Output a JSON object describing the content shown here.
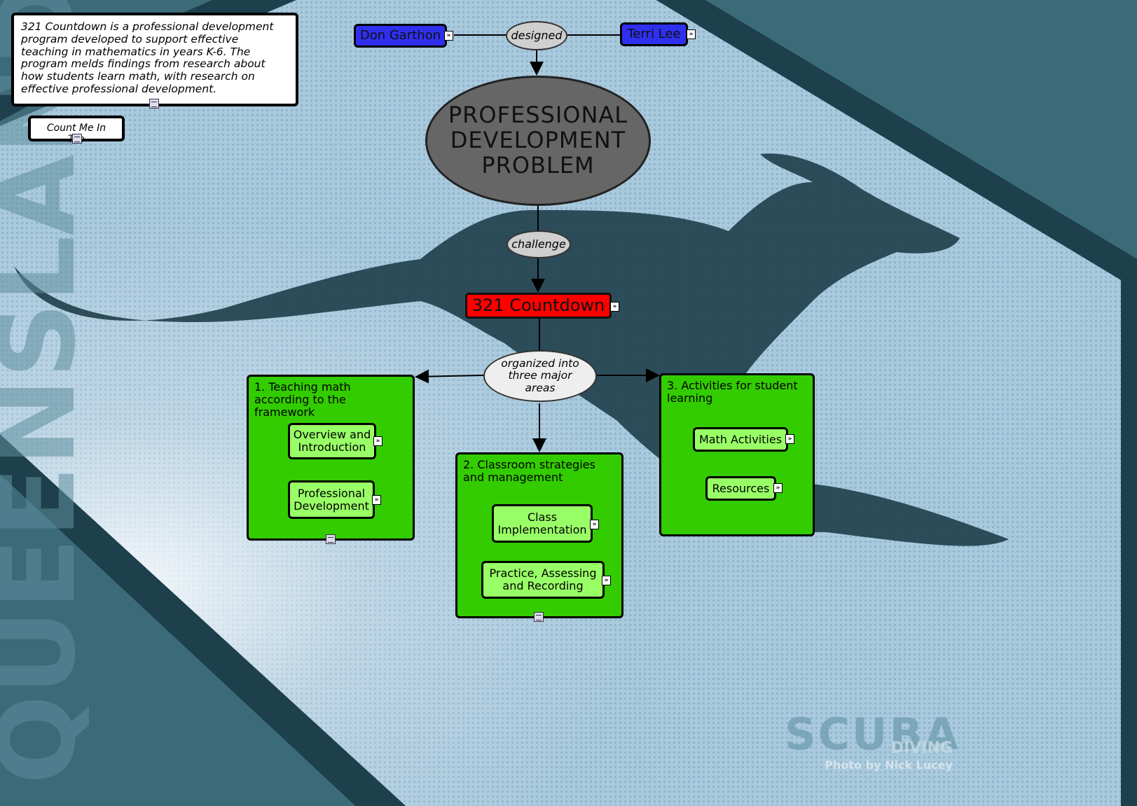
{
  "diagram": {
    "description_note": "321 Countdown is a professional development program developed to support effective teaching in mathematics in years K-6. The program melds findings from research about how students learn math, with research on effective professional development.",
    "count_me_in_too": "Count Me In Too",
    "authors": [
      "Don Garthon",
      "Terri Lee"
    ],
    "link_designed": "designed",
    "main_concept": "PROFESSIONAL DEVELOPMENT PROBLEM",
    "link_challenge": "challenge",
    "program": "321 Countdown",
    "link_organized": "organized into three major areas",
    "areas": [
      {
        "title": "1. Teaching math according to the framework",
        "items": [
          "Overview and Introduction",
          "Professional Development"
        ]
      },
      {
        "title": "2. Classroom strategies and management",
        "items": [
          "Class Implementation",
          "Practice, Assessing and Recording"
        ]
      },
      {
        "title": "3. Activities for student learning",
        "items": [
          "Math Activities",
          "Resources"
        ]
      }
    ]
  },
  "background": {
    "watermark_title": "SCUBA",
    "watermark_sub": "DIVING",
    "photo_credit": "Photo by Nick Lucey",
    "side_text": "QUEENSLAND"
  },
  "colors": {
    "person": "#2f2ff0",
    "main": "#666666",
    "program": "#ff0000",
    "area": "#33cc00",
    "sub": "#99ff66"
  },
  "icons": [
    "link-arrow-icon",
    "document-icon",
    "kangaroo-sign"
  ]
}
